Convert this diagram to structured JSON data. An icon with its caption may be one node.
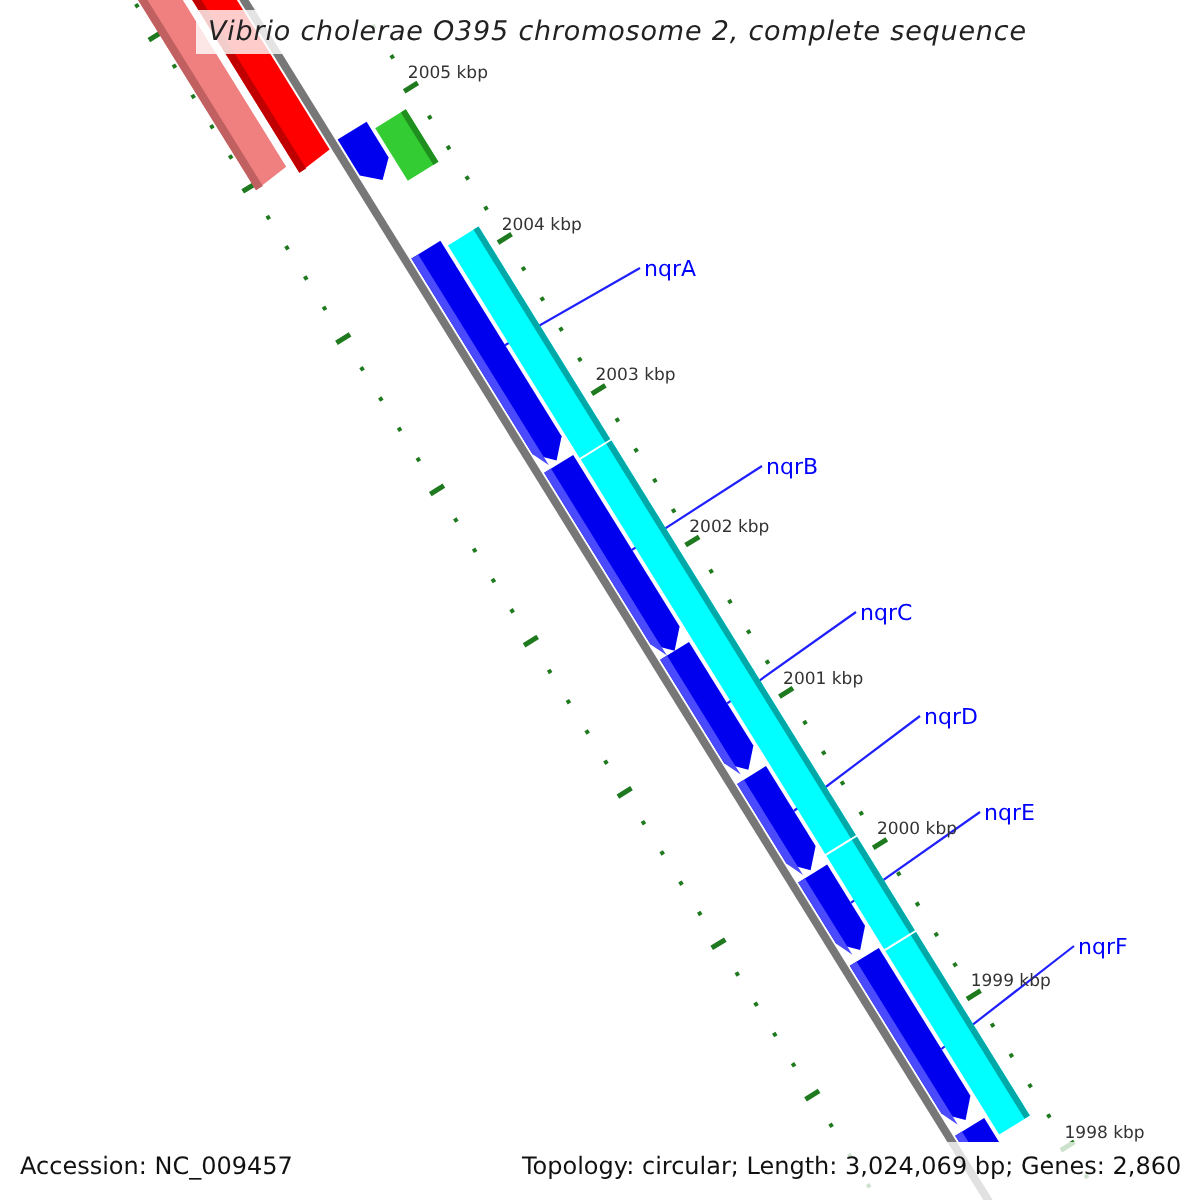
{
  "diagram": {
    "title": "Vibrio cholerae O395 chromosome 2, complete sequence",
    "nodes": [
      {
        "text": [
          "nqrA"
        ]
      },
      {
        "text": [
          "nqrB"
        ]
      },
      {
        "text": [
          "nqrC"
        ]
      },
      {
        "text": [
          "nqrD"
        ]
      },
      {
        "text": [
          "nqrE"
        ]
      },
      {
        "text": [
          "nqrF"
        ]
      },
      {
        "text": [],
        "shape": "arrow"
      },
      {
        "text": [],
        "shape": "arrow"
      },
      {
        "text": [],
        "shape": "arrow"
      },
      {
        "text": [],
        "shape": "arrow"
      },
      {
        "text": [],
        "shape": "arrow"
      },
      {
        "text": [],
        "shape": "arrow"
      },
      {
        "text": [],
        "shape": "arrow"
      }
    ],
    "edges": [
      {
        "from": 0,
        "to": 6,
        "arrow": "none"
      },
      {
        "from": 1,
        "to": 7,
        "arrow": "none"
      },
      {
        "from": 2,
        "to": 8,
        "arrow": "none"
      },
      {
        "from": 3,
        "to": 9,
        "arrow": "none"
      },
      {
        "from": 4,
        "to": 10,
        "arrow": "none"
      },
      {
        "from": 5,
        "to": 11,
        "arrow": "none"
      }
    ],
    "labels": [
      "2005 kbp",
      "2004 kbp",
      "2003 kbp",
      "2002 kbp",
      "2001 kbp",
      "2000 kbp",
      "1999 kbp",
      "1998 kbp",
      "Accession: NC_009457",
      "Topology: circular; Length: 3,024,069 bp; Genes: 2,860"
    ]
  }
}
